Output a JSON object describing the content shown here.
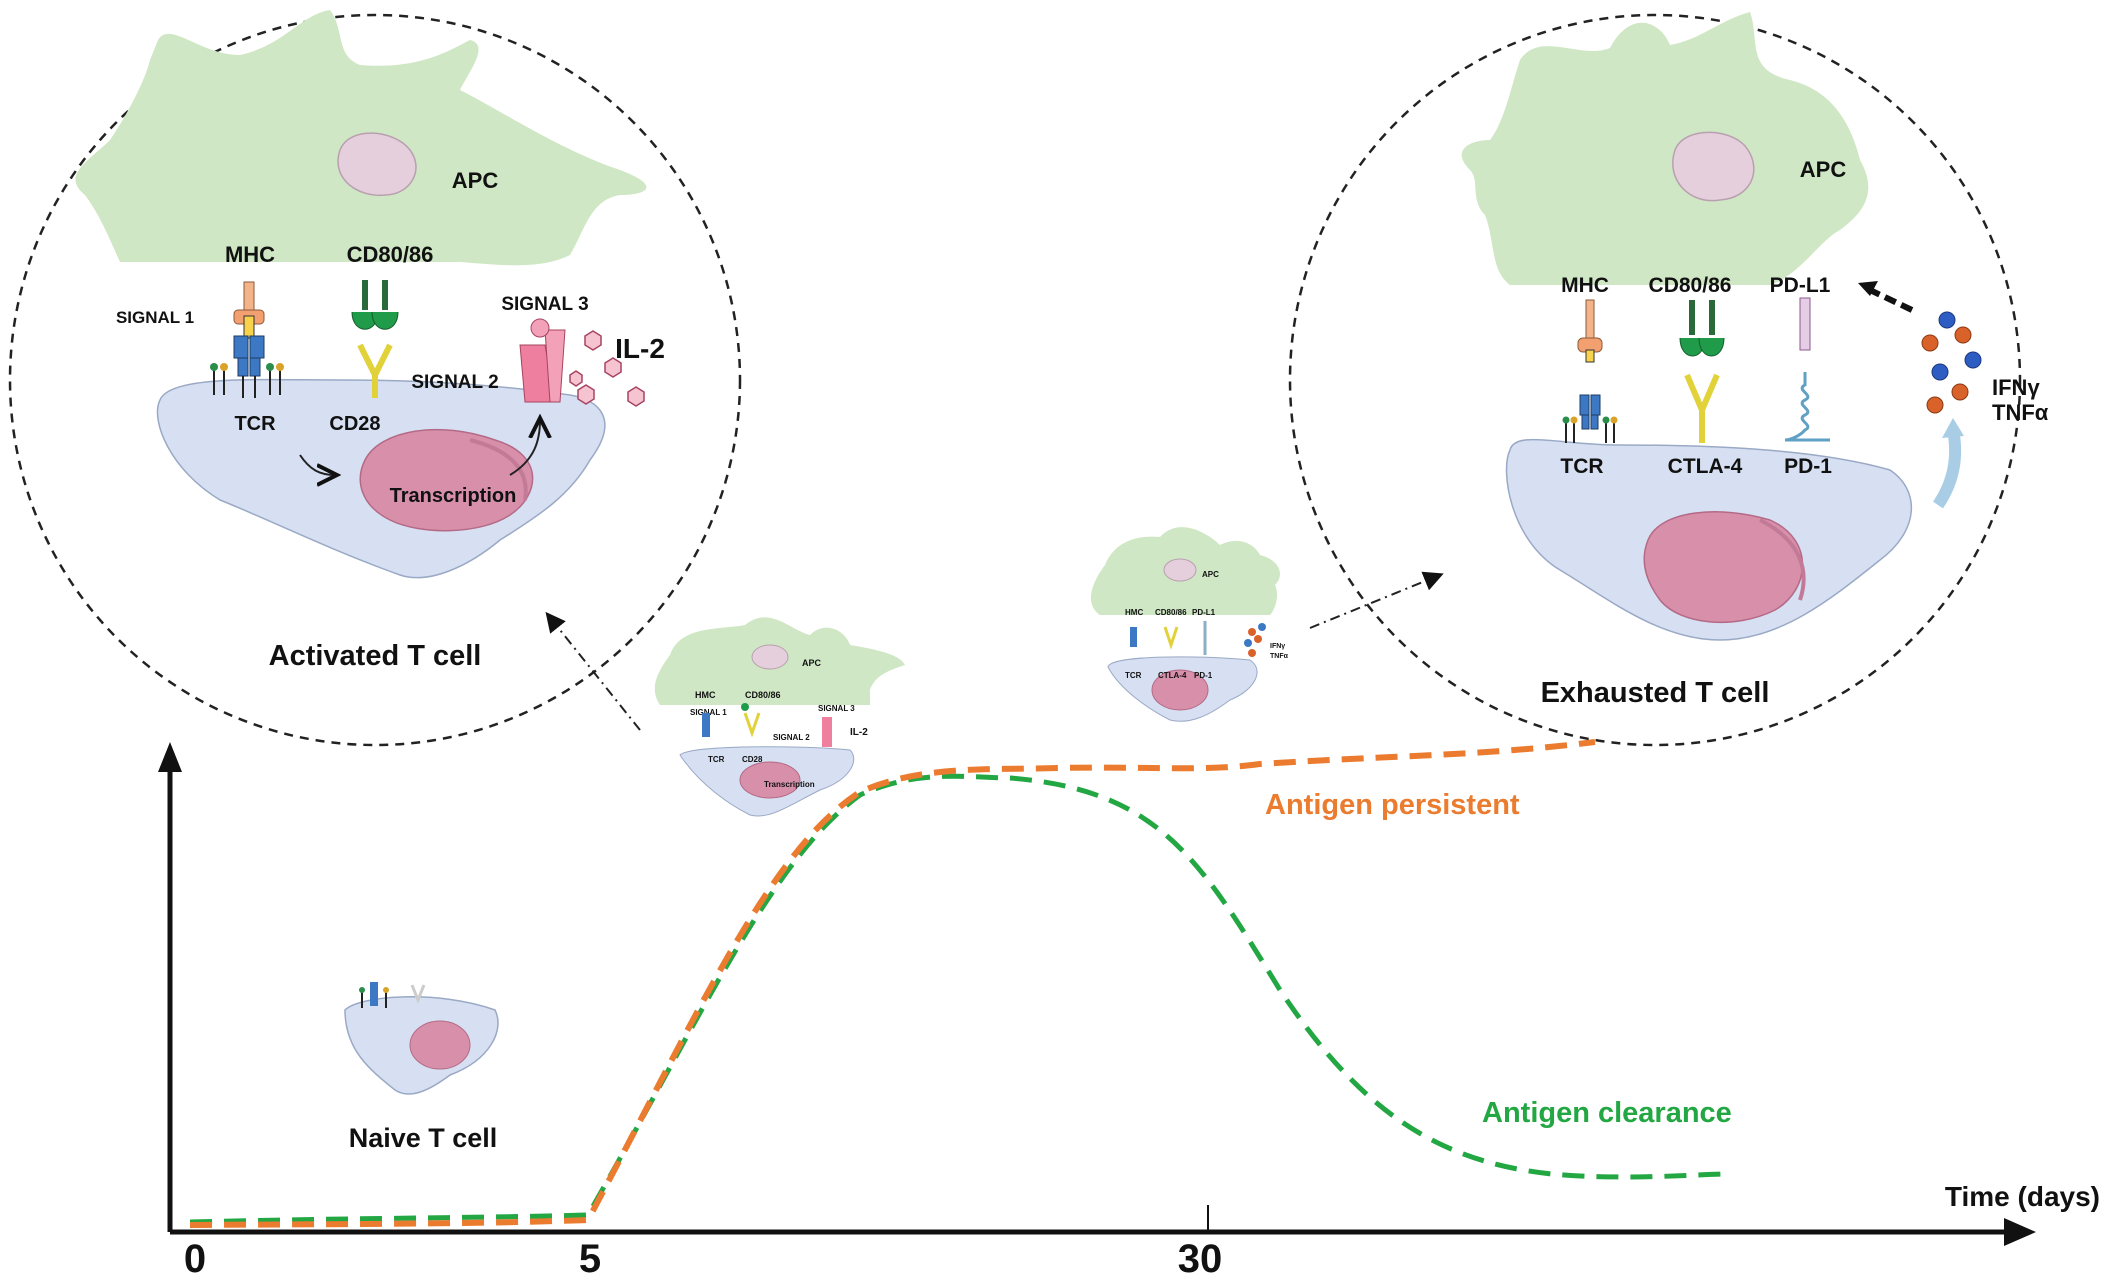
{
  "axis": {
    "x_title": "Time (days)",
    "x_ticks": [
      "0",
      "5",
      "30"
    ]
  },
  "curves": [
    {
      "label": "Antigen persistent",
      "color": "#ea7b2f"
    },
    {
      "label": "Antigen clearance",
      "color": "#22a743"
    }
  ],
  "colors": {
    "apc": "#cfe7c4",
    "tcell": "#d6e0f2",
    "nucleus": "#d890aa",
    "apc_nucleus": "#e6cfdc",
    "signal3": "#ee7f9f"
  },
  "activated": {
    "title": "Activated T cell",
    "apc": "APC",
    "mhc": "MHC",
    "cd80": "CD80/86",
    "signal1": "SIGNAL 1",
    "signal2": "SIGNAL 2",
    "signal3": "SIGNAL 3",
    "il2": "IL-2",
    "tcr": "TCR",
    "cd28": "CD28",
    "transcription": "Transcription"
  },
  "exhausted": {
    "title": "Exhausted T cell",
    "apc": "APC",
    "mhc": "MHC",
    "cd80": "CD80/86",
    "pdl1": "PD-L1",
    "tcr": "TCR",
    "ctla4": "CTLA-4",
    "pd1": "PD-1",
    "ifng": "IFNγ",
    "tnfa": "TNFα"
  },
  "mini_activated": {
    "apc": "APC",
    "hmc": "HMC",
    "cd80": "CD80/86",
    "signal1": "SIGNAL 1",
    "signal2": "SIGNAL 2",
    "signal3": "SIGNAL 3",
    "il2": "IL-2",
    "tcr": "TCR",
    "cd28": "CD28",
    "transcription": "Transcription"
  },
  "mini_exhausted": {
    "apc": "APC",
    "hmc": "HMC",
    "cd80": "CD80/86",
    "pdl1": "PD-L1",
    "tcr": "TCR",
    "ctla4": "CTLA-4",
    "pd1": "PD-1",
    "ifng": "IFNγ",
    "tnfa": "TNFα"
  },
  "naive": {
    "title": "Naive T cell"
  }
}
